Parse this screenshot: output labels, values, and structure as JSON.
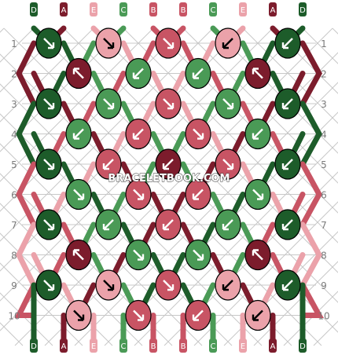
{
  "colors": {
    "D": "#1d5c2a",
    "A": "#7c1c2c",
    "E": "#eba2aa",
    "C": "#4a9a56",
    "B": "#c85464",
    "grid": "#c8c8c8",
    "row_number": "#7a7a7a",
    "thread_letter": "#ffffff",
    "watermark_text": "#ffffff",
    "watermark_outline": "#303030"
  },
  "pattern": {
    "top_threads": [
      "D",
      "A",
      "E",
      "C",
      "B",
      "B",
      "C",
      "E",
      "A",
      "D"
    ],
    "bottom_threads": [
      "D",
      "A",
      "E",
      "C",
      "B",
      "B",
      "C",
      "E",
      "A",
      "D"
    ],
    "row_numbers": [
      "1",
      "2",
      "3",
      "4",
      "5",
      "6",
      "7",
      "8",
      "9",
      "10"
    ],
    "rows": [
      {
        "knots": [
          {
            "color": "D",
            "dir": "se"
          },
          {
            "color": "E",
            "dir": "se"
          },
          {
            "color": "B",
            "dir": "se"
          },
          {
            "color": "E",
            "dir": "sw"
          },
          {
            "color": "D",
            "dir": "sw"
          }
        ]
      },
      {
        "knots": [
          {
            "color": "A",
            "dir": "nw"
          },
          {
            "color": "C",
            "dir": "sw"
          },
          {
            "color": "C",
            "dir": "sw"
          },
          {
            "color": "A",
            "dir": "nw"
          }
        ]
      },
      {
        "knots": [
          {
            "color": "D",
            "dir": "se"
          },
          {
            "color": "C",
            "dir": "se"
          },
          {
            "color": "B",
            "dir": "se"
          },
          {
            "color": "C",
            "dir": "se"
          },
          {
            "color": "D",
            "dir": "sw"
          }
        ]
      },
      {
        "knots": [
          {
            "color": "C",
            "dir": "sw"
          },
          {
            "color": "B",
            "dir": "sw"
          },
          {
            "color": "B",
            "dir": "se"
          },
          {
            "color": "C",
            "dir": "sw"
          }
        ]
      },
      {
        "knots": [
          {
            "color": "D",
            "dir": "se"
          },
          {
            "color": "B",
            "dir": "sw"
          },
          {
            "color": "A",
            "dir": "sw"
          },
          {
            "color": "B",
            "dir": "se"
          },
          {
            "color": "D",
            "dir": "sw"
          }
        ]
      },
      {
        "knots": [
          {
            "color": "C",
            "dir": "se"
          },
          {
            "color": "B",
            "dir": "se"
          },
          {
            "color": "B",
            "dir": "sw"
          },
          {
            "color": "C",
            "dir": "se"
          }
        ]
      },
      {
        "knots": [
          {
            "color": "D",
            "dir": "se"
          },
          {
            "color": "C",
            "dir": "sw"
          },
          {
            "color": "B",
            "dir": "sw"
          },
          {
            "color": "C",
            "dir": "sw"
          },
          {
            "color": "D",
            "dir": "sw"
          }
        ]
      },
      {
        "knots": [
          {
            "color": "A",
            "dir": "nw"
          },
          {
            "color": "C",
            "dir": "se"
          },
          {
            "color": "C",
            "dir": "se"
          },
          {
            "color": "A",
            "dir": "nw"
          }
        ]
      },
      {
        "knots": [
          {
            "color": "D",
            "dir": "se"
          },
          {
            "color": "E",
            "dir": "se"
          },
          {
            "color": "B",
            "dir": "se"
          },
          {
            "color": "E",
            "dir": "sw"
          },
          {
            "color": "D",
            "dir": "sw"
          }
        ]
      },
      {
        "knots": [
          {
            "color": "E",
            "dir": "se"
          },
          {
            "color": "B",
            "dir": "se"
          },
          {
            "color": "B",
            "dir": "sw"
          },
          {
            "color": "E",
            "dir": "sw"
          }
        ]
      }
    ]
  },
  "watermark": "BRACELETBOOK.COM"
}
